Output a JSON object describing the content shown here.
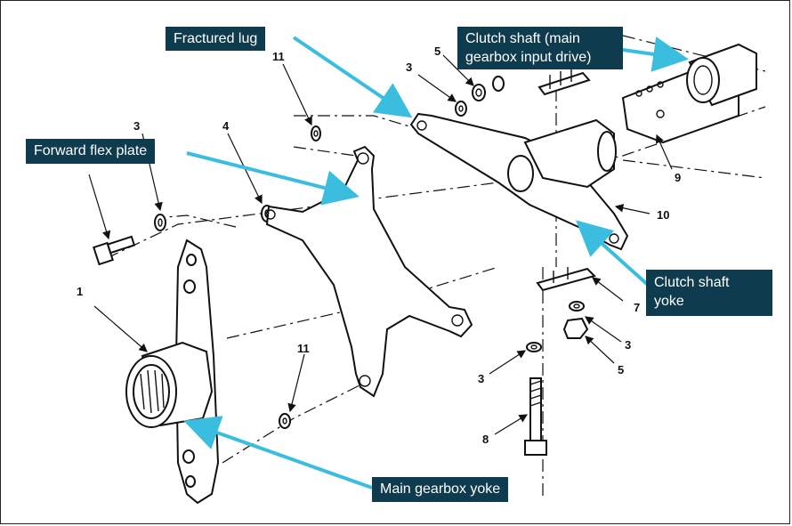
{
  "callouts": {
    "fractured_lug": "Fractured lug",
    "forward_flex_plate": "Forward flex plate",
    "clutch_shaft_line1": "Clutch shaft (main",
    "clutch_shaft_line2": "gearbox input drive)",
    "clutch_shaft_yoke_line1": "Clutch shaft",
    "clutch_shaft_yoke_line2": "yoke",
    "main_gearbox_yoke": "Main gearbox yoke"
  },
  "part_numbers": {
    "p1": "1",
    "p3a": "3",
    "p3b": "3",
    "p3c": "3",
    "p3d": "3",
    "p4": "4",
    "p5a": "5",
    "p5b": "5",
    "p7": "7",
    "p8": "8",
    "p9": "9",
    "p10": "10",
    "p11a": "11",
    "p11b": "11"
  },
  "colors": {
    "callout_bg": "#0f3b4f",
    "arrow": "#3bbde0"
  }
}
